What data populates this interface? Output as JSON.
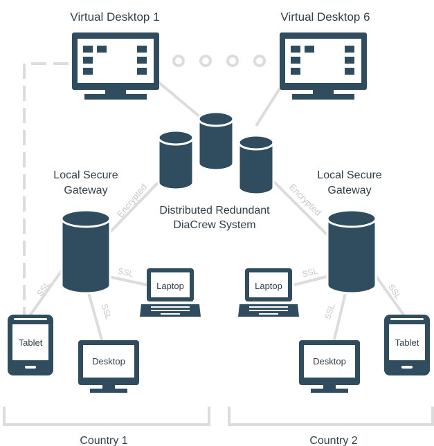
{
  "colors": {
    "dark": "#2f4d5f",
    "line": "#dcdcdc",
    "label_light": "#c8c8c8",
    "text": "#2f3f4a",
    "white": "#ffffff"
  },
  "desktops": {
    "left_title": "Virtual Desktop 1",
    "right_title": "Virtual Desktop 6"
  },
  "center": {
    "title_line1": "Distributed Redundant",
    "title_line2": "DiaCrew System"
  },
  "gateways": {
    "left_line1": "Local Secure",
    "left_line2": "Gateway",
    "right_line1": "Local Secure",
    "right_line2": "Gateway"
  },
  "link_labels": {
    "encrypted_left": "Encrypted",
    "encrypted_right": "Encrypted",
    "ssl": "SSL"
  },
  "devices": {
    "tablet": "Tablet",
    "desktop": "Desktop",
    "laptop": "Laptop"
  },
  "regions": {
    "left": "Country 1",
    "right": "Country 2"
  },
  "icons": [
    "monitor-icon",
    "database-icon",
    "laptop-icon",
    "tablet-icon",
    "more-dots-icon"
  ]
}
